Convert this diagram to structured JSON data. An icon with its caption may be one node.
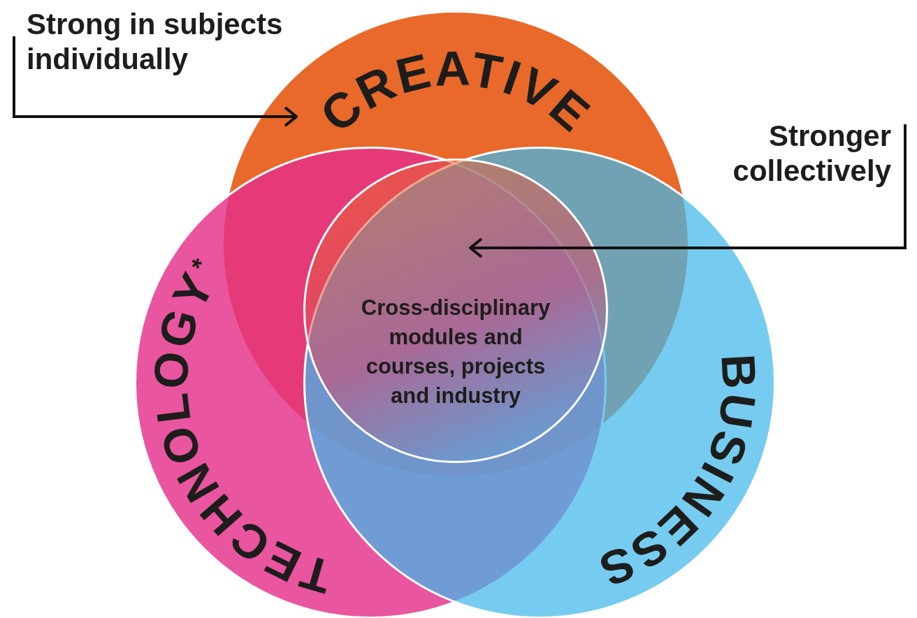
{
  "diagram": {
    "nodes": [
      {
        "text": [
          "Strong in subjects individually"
        ]
      },
      {
        "text": [
          "CREATIVE"
        ]
      },
      {
        "text": [
          "Stronger collectively"
        ]
      },
      {
        "text": [
          "Cross-disciplinary modules and courses, projects and industry"
        ]
      },
      {
        "text": [
          "TECHNOLOGY$^{*}$"
        ]
      },
      {
        "text": [
          "BUSINESS"
        ]
      }
    ],
    "edges": [
      {
        "from": 0,
        "to": 1,
        "arrow": "to"
      },
      {
        "from": 2,
        "to": 3,
        "arrow": "to"
      }
    ]
  }
}
